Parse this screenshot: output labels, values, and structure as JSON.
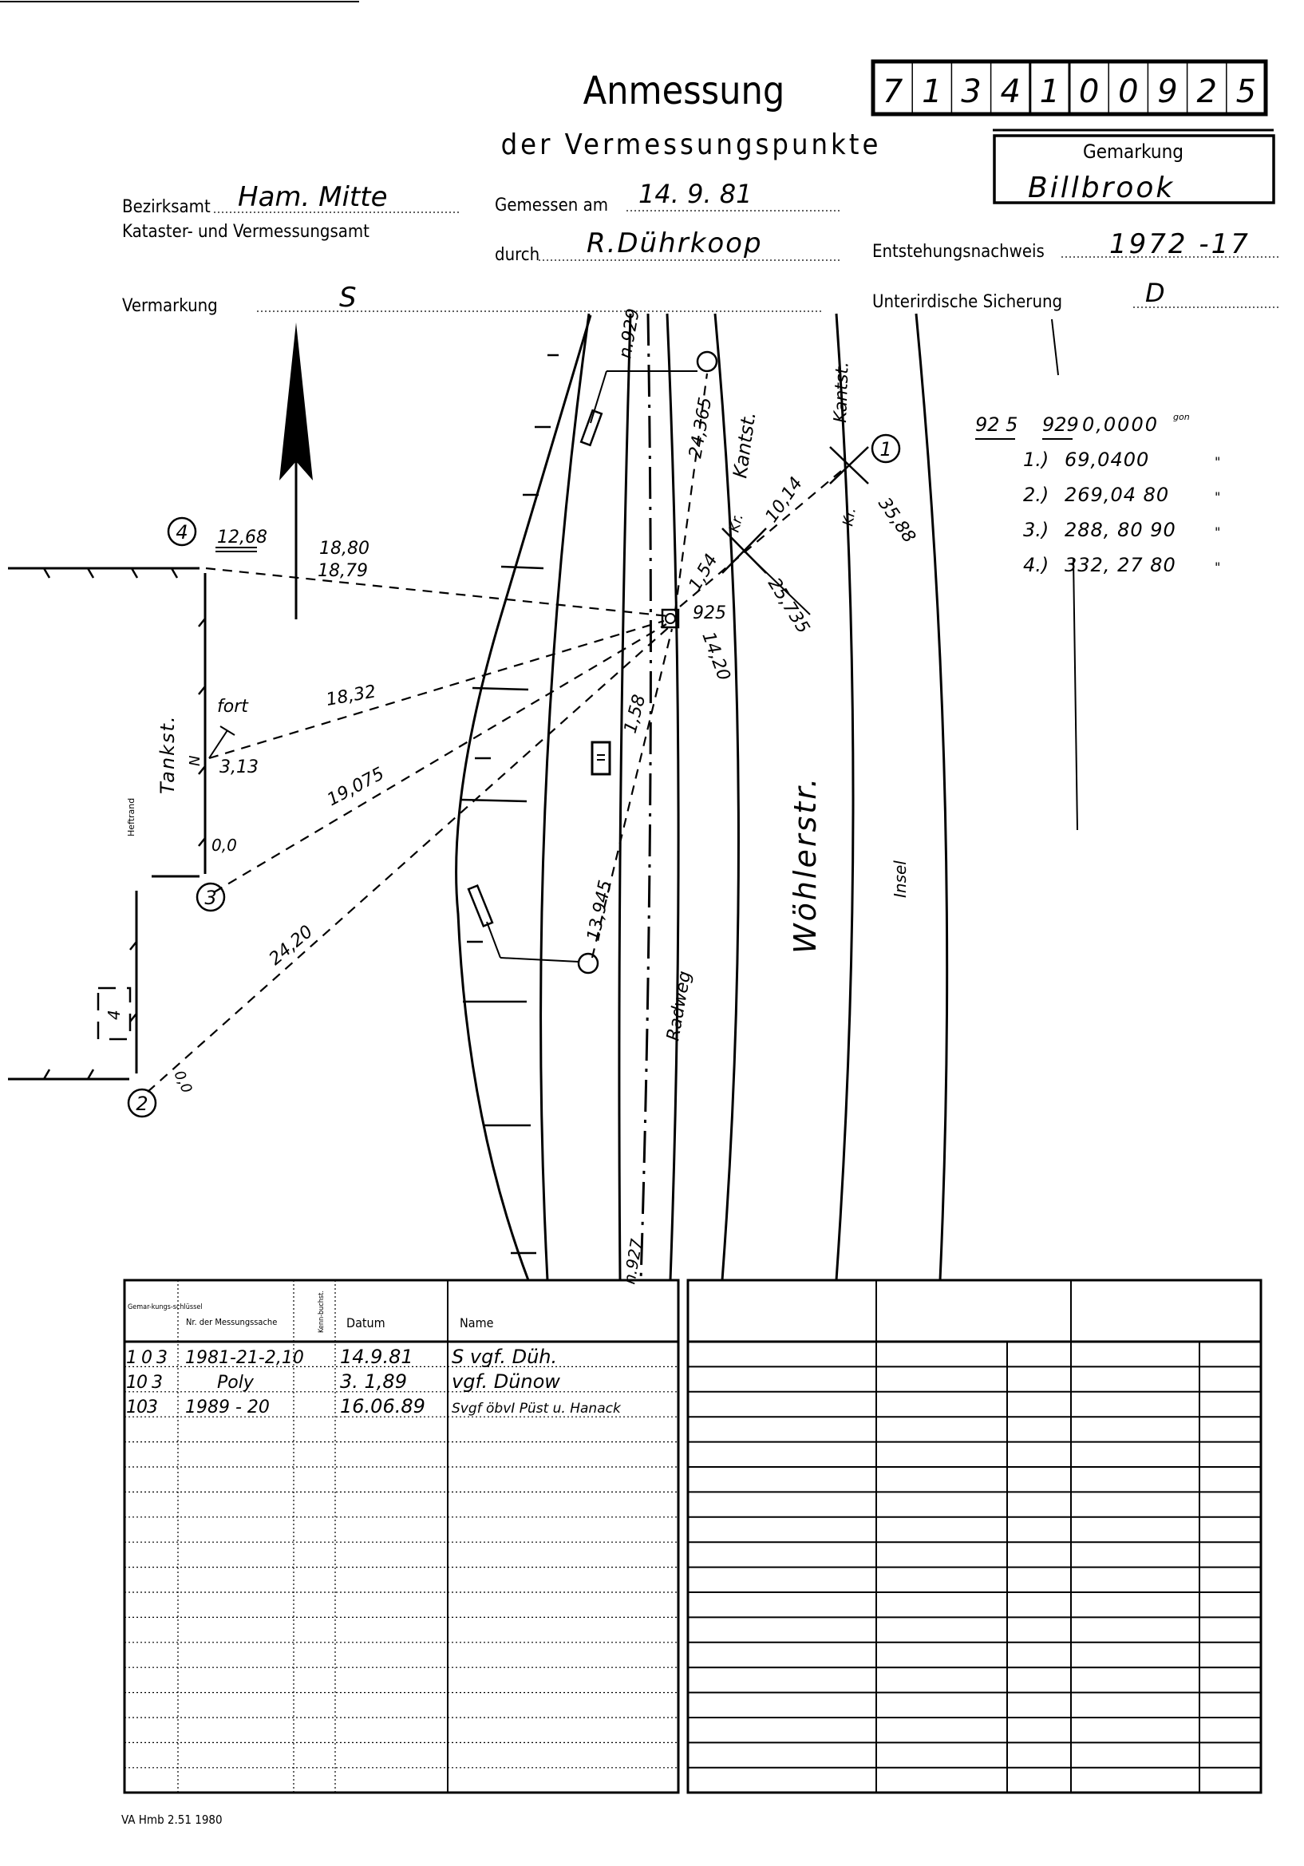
{
  "header": {
    "title": "Anmessung",
    "subtitle": "der Vermessungspunkte",
    "number_digits": [
      "7",
      "1",
      "3",
      "4",
      "1",
      "0",
      "0",
      "9",
      "2",
      "5"
    ],
    "gemarkung_label": "Gemarkung",
    "gemarkung_value": "Billbrook"
  },
  "fields": {
    "bezirksamt_label": "Bezirksamt",
    "bezirksamt_value": "Ham. Mitte",
    "amt_line": "Kataster- und Vermessungsamt",
    "gemessen_label": "Gemessen am",
    "gemessen_value": "14. 9. 81",
    "durch_label": "durch",
    "durch_value": "R.Dührkoop",
    "entstehung_label": "Entstehungsnachweis",
    "entstehung_value": "1972 -17",
    "vermarkung_label": "Vermarkung",
    "vermarkung_value": "S",
    "sicherung_label": "Unterirdische Sicherung",
    "sicherung_value": "D"
  },
  "directions": {
    "station": "92 5",
    "origin": "929",
    "origin_value": "0,0000",
    "unit": "gon",
    "rows": [
      {
        "no": "1.)",
        "value": "69,0400",
        "mark": "\""
      },
      {
        "no": "2.)",
        "value": "269,04 80",
        "mark": "\""
      },
      {
        "no": "3.)",
        "value": "288, 80 90",
        "mark": "\""
      },
      {
        "no": "4.)",
        "value": "332, 27 80",
        "mark": "\""
      }
    ]
  },
  "sketch": {
    "points": {
      "p1": "1",
      "p2": "2",
      "p3": "3",
      "p4": "4"
    },
    "labels": {
      "n929": "n.929",
      "d24365": "24,365",
      "kantst1": "Kantst.",
      "kantst2": "Kantst.",
      "d1014": "10,14",
      "d3588": "35,88",
      "kr1": "Kr.",
      "kr2": "Kr.",
      "d154": "1,54",
      "p925": "925",
      "d25735": "25,735",
      "d1420": "14,20",
      "d1880": "18,80",
      "d1879": "18,79",
      "d1268": "12,68",
      "fort": "fort",
      "d313": "3,13",
      "n": "N",
      "tankst": "Tankst.",
      "heftrand": "Heftrand",
      "d1832": "18,32",
      "d19075": "19,075",
      "d00a": "0,0",
      "d158": "1,58",
      "d13945": "13,945",
      "d2420": "24,20",
      "d00b": "0,0",
      "box4": "4",
      "radweg": "Radweg",
      "woehlerstr": "Wöhlerstr.",
      "insel": "Insel",
      "n927": "n.927"
    }
  },
  "table": {
    "headers": [
      "Gemar-kungs-schlüssel",
      "Nr. der Messungssache",
      "Kenn-buchst.",
      "Datum",
      "Name"
    ],
    "rows": [
      [
        "1 0 3",
        "1981-21-2,10",
        "",
        "14.9.81",
        "S vgf. Düh."
      ],
      [
        "10 3",
        "Poly",
        "",
        "3. 1,89",
        "vgf. Dünow"
      ],
      [
        "103",
        "1989 - 20",
        "",
        "16.06.89",
        "Svgf öbvI Püst u. Hanack"
      ]
    ]
  },
  "footer": {
    "form_id": "VA Hmb 2.51   1980"
  }
}
